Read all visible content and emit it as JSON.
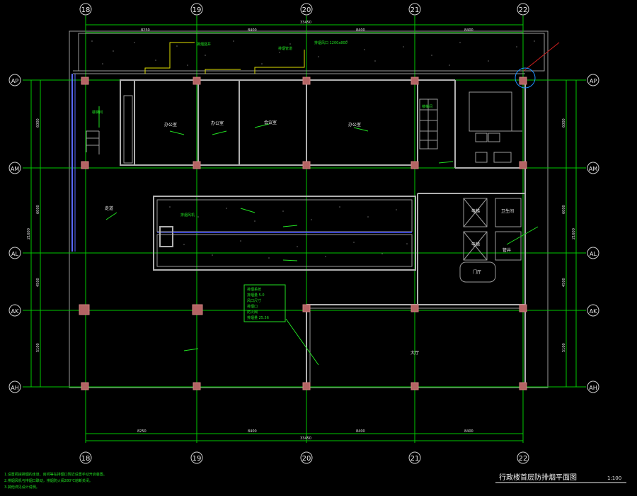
{
  "drawing": {
    "title": "行政楼首层防排烟平面图",
    "scale": "1:100",
    "notes": [
      "1.设置机械排烟的走道、房间等在排烟口附近设置手动开启装置。",
      "2.排烟风机与排烟口联动，排烟防火阀280℃熔断关闭。",
      "3.其他详见设计说明。"
    ]
  },
  "axes": {
    "vertical": [
      "18",
      "19",
      "20",
      "21",
      "22"
    ],
    "horizontal": [
      "AP",
      "AM",
      "AL",
      "AK",
      "AH"
    ]
  },
  "dimensions": {
    "top_segments": [
      "8250",
      "8400",
      "8400",
      "8400"
    ],
    "top_total": "33450",
    "bottom_segments": [
      "8250",
      "8400",
      "8400",
      "8400"
    ],
    "bottom_total": "33450",
    "left_segments": [
      "6000",
      "6000",
      "4500",
      "5100"
    ],
    "left_total": "21600",
    "right_segments": [
      "6000",
      "6000",
      "4500",
      "5100"
    ],
    "right_total": "21600"
  },
  "rooms": {
    "office1": "办公室",
    "office2": "办公室",
    "office3": "会议室",
    "office4": "办公室",
    "stair1": "楼梯间",
    "stair2": "楼梯间",
    "hall": "大厅",
    "corridor": "走道",
    "elevator1": "电梯",
    "elevator2": "电梯",
    "toilet": "卫生间",
    "shaft": "管井",
    "lobby": "门厅"
  },
  "labels": {
    "fan_note": "排烟风机",
    "riser_note": "排烟竖井",
    "legend_title": "排烟系统",
    "legend_lines": [
      "排烟量 5.0",
      "风口尺寸",
      "排烟口",
      "防火阀",
      "排烟量 25.56"
    ],
    "top_note_a": "排烟管道",
    "top_note_b": "排烟风口 1200x800"
  },
  "colors": {
    "grid": "#00c800",
    "wall": "#b0b0b0",
    "column": "#b46464",
    "duct": "#e0e000",
    "annotation": "#22e022"
  }
}
